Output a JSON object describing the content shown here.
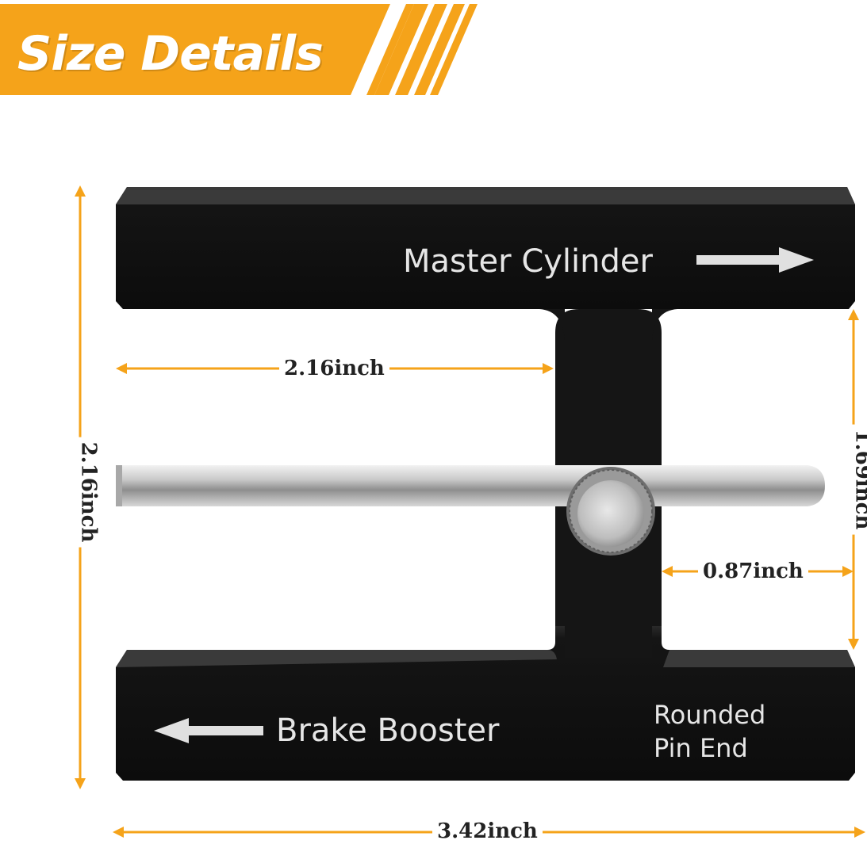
{
  "header": {
    "title": "Size Details",
    "banner_color": "#f5a31a"
  },
  "product": {
    "label_master": "Master Cylinder",
    "label_booster": "Brake Booster",
    "label_rounded_line1": "Rounded",
    "label_rounded_line2": "Pin End",
    "body_color": "#151515",
    "pin_color": "#bdbdbd"
  },
  "dimensions": {
    "gap_width": "2.16inch",
    "total_height": "2.16inch",
    "inner_height": "1.69inch",
    "right_gap": "0.87inch",
    "total_width": "3.42inch",
    "line_color": "#f5a31a"
  }
}
